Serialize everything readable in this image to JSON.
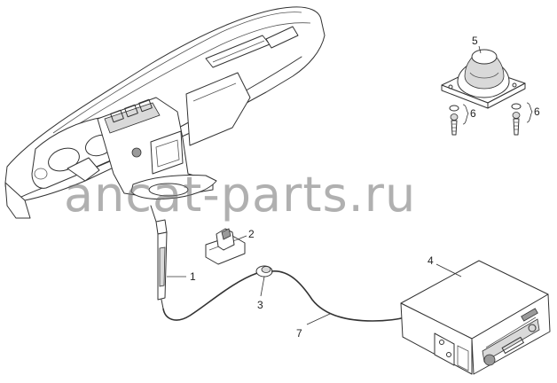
{
  "watermark": "ancat-parts.ru",
  "callouts": {
    "c1": "1",
    "c2": "2",
    "c3": "3",
    "c4": "4",
    "c5": "5",
    "c6a": "6",
    "c6b": "6",
    "c7": "7"
  },
  "icons": {
    "dashboard": "dashboard-assembly-drawing",
    "speaker": "speaker-drawing",
    "radio": "radio-unit-drawing"
  }
}
